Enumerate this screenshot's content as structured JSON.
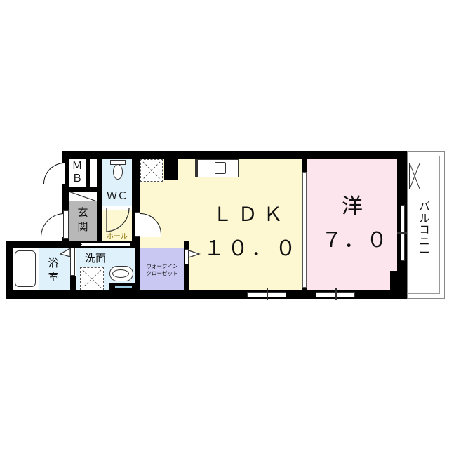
{
  "floorplan": {
    "rooms": {
      "ldk": {
        "name": "ＬＤＫ",
        "size": "１０．０",
        "color": "#fdf8d2"
      },
      "western": {
        "name": "洋",
        "size": "７．０",
        "color": "#fde5ee"
      },
      "balcony": {
        "name": "バルコニー",
        "color": "#ffffff"
      },
      "wc": {
        "name": "ＷＣ",
        "color": "#dff1fb"
      },
      "entrance": {
        "name": "玄関",
        "color": "#b8b8b8"
      },
      "hall": {
        "name": "ホール",
        "color": "#fdf8d2"
      },
      "bath": {
        "name": "浴室",
        "color": "#dff1fb"
      },
      "washroom": {
        "name": "洗面",
        "color": "#dff1fb"
      },
      "walk_in_closet": {
        "name_line1": "ウォークイン",
        "name_line2": "クローゼット",
        "color": "#c9c8f2"
      },
      "mb": {
        "name_line1": "Ｍ",
        "name_line2": "Ｂ"
      }
    },
    "colors": {
      "wall": "#000000",
      "background": "#ffffff"
    }
  }
}
